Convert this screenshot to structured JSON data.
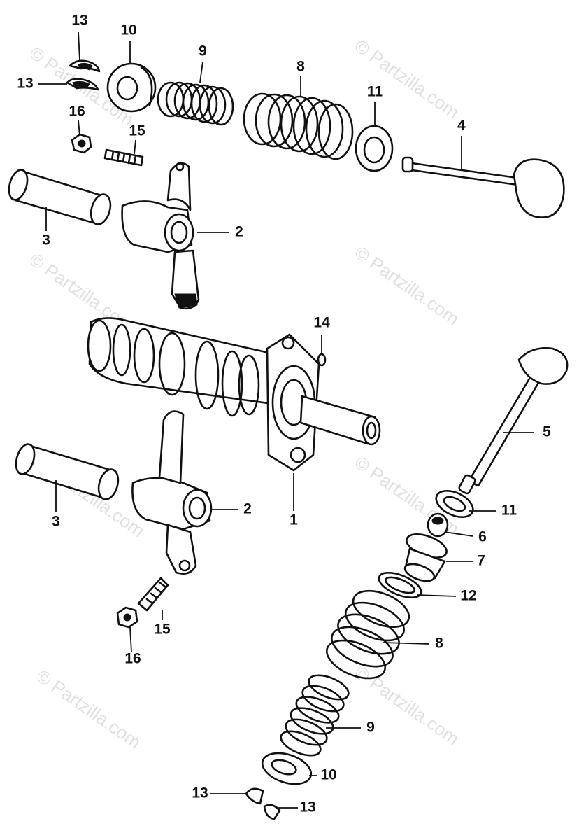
{
  "diagram": {
    "watermark_text": "© Partzilla.com",
    "callouts": {
      "c13a": "13",
      "c13b": "13",
      "c10a": "10",
      "c9a": "9",
      "c8a": "8",
      "c11a": "11",
      "c4": "4",
      "c16a": "16",
      "c15a": "15",
      "c3a": "3",
      "c2a": "2",
      "c14": "14",
      "c5": "5",
      "c3b": "3",
      "c2b": "2",
      "c1": "1",
      "c11b": "11",
      "c6": "6",
      "c7": "7",
      "c12": "12",
      "c15b": "15",
      "c16b": "16",
      "c8b": "8",
      "c9b": "9",
      "c10b": "10",
      "c13c": "13",
      "c13d": "13"
    }
  }
}
